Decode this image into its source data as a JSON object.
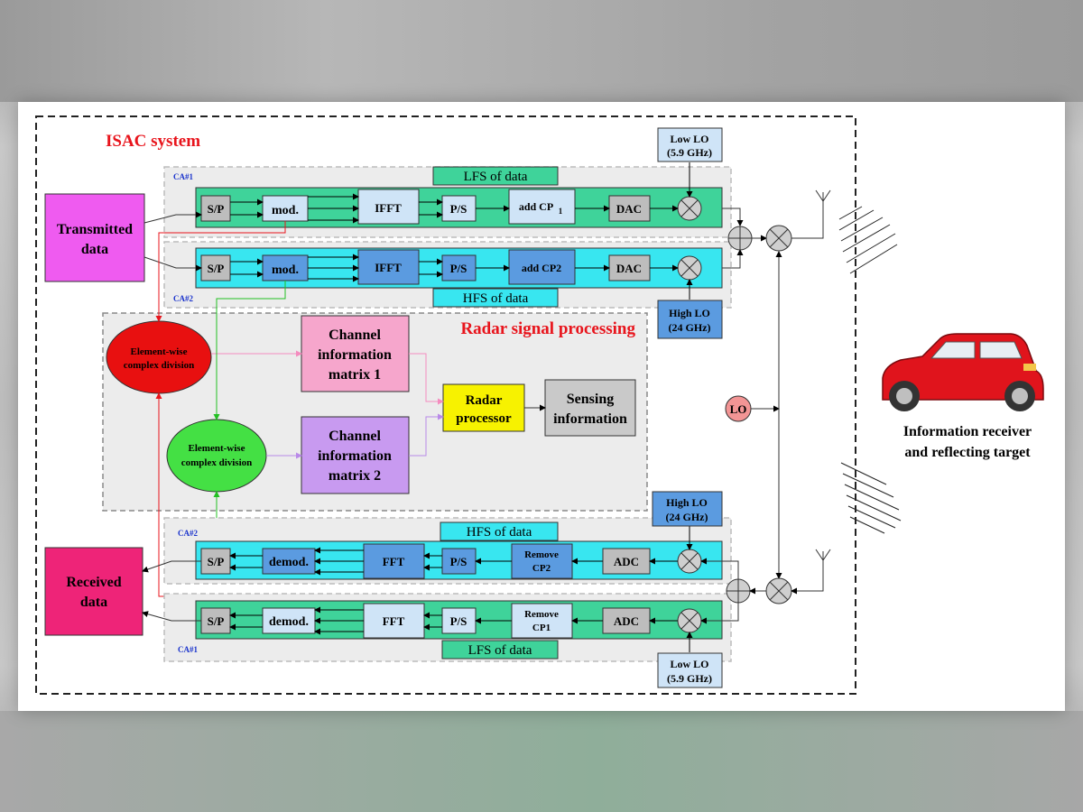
{
  "title": "ISAC system",
  "radar_title": "Radar signal processing",
  "band_labels": {
    "tx_lfs": "LFS of data",
    "tx_hfs": "HFS of data",
    "rx_hfs": "HFS of data",
    "rx_lfs": "LFS of data"
  },
  "ca_labels": {
    "tx1": "CA#1",
    "tx2": "CA#2",
    "rx2": "CA#2",
    "rx1": "CA#1"
  },
  "tx_chain": {
    "sp": "S/P",
    "mod": "mod.",
    "ifft": "IFFT",
    "ps": "P/S",
    "addcp_prefix": "add CP",
    "addcp1_sub": "1",
    "addcp2": "add CP2",
    "dac": "DAC"
  },
  "rx_chain": {
    "sp": "S/P",
    "demod": "demod.",
    "fft": "FFT",
    "ps": "P/S",
    "remove": "Remove",
    "cp2": "CP2",
    "cp1": "CP1",
    "adc": "ADC"
  },
  "lo": {
    "low_top_1": "Low LO",
    "low_top_2": "(5.9 GHz)",
    "high_tx_1": "High LO",
    "high_tx_2": "(24 GHz)",
    "high_rx_1": "High LO",
    "high_rx_2": "(24 GHz)",
    "low_bot_1": "Low LO",
    "low_bot_2": "(5.9 GHz)",
    "center": "LO"
  },
  "blocks": {
    "transmitted_1": "Transmitted",
    "transmitted_2": "data",
    "received_1": "Received",
    "received_2": "data",
    "ew1_1": "Element-wise",
    "ew1_2": "complex division",
    "ew2_1": "Element-wise",
    "ew2_2": "complex division",
    "cim1_1": "Channel",
    "cim1_2": "information",
    "cim1_3": "matrix 1",
    "cim2_1": "Channel",
    "cim2_2": "information",
    "cim2_3": "matrix 2",
    "radar_1": "Radar",
    "radar_2": "processor",
    "sensing_1": "Sensing",
    "sensing_2": "information"
  },
  "target_1": "Information receiver",
  "target_2": "and reflecting target",
  "colors": {
    "title_red": "#e8141c",
    "lfs_green": "#3fd39a",
    "hfs_cyan": "#38e6f0",
    "chain_light": "#cfe4f7",
    "chain_dark": "#5b9be0",
    "transmitted": "#ef5bf0",
    "received": "#ee2478",
    "ew1": "#e81010",
    "ew2": "#44e044",
    "cim1": "#f6a6cc",
    "cim2": "#c89af0",
    "radar": "#f7f200",
    "sensing": "#c9c9c9",
    "lo_pink": "#f39595",
    "car": "#e0141c"
  }
}
